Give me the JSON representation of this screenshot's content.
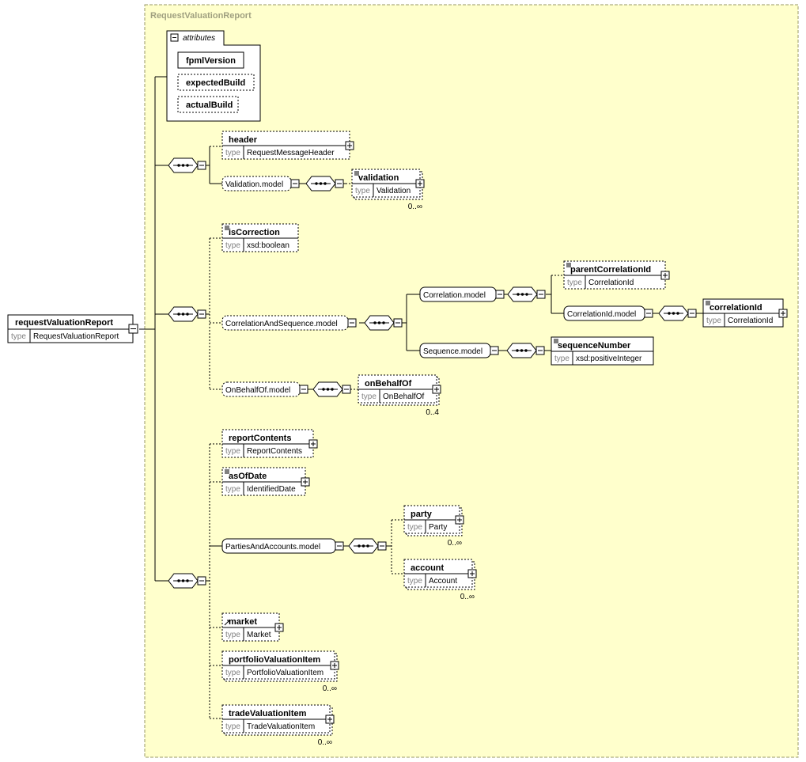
{
  "region_title": "RequestValuationReport",
  "attributes": {
    "header": "attributes",
    "items": [
      "fpmlVersion",
      "expectedBuild",
      "actualBuild"
    ]
  },
  "type_label": "type",
  "root": {
    "name": "requestValuationReport",
    "type": "RequestValuationReport"
  },
  "elements": {
    "header": {
      "name": "header",
      "type": "RequestMessageHeader"
    },
    "validation": {
      "name": "validation",
      "type": "Validation",
      "card": "0..∞"
    },
    "isCorrection": {
      "name": "isCorrection",
      "type": "xsd:boolean"
    },
    "parentCorrelationId": {
      "name": "parentCorrelationId",
      "type": "CorrelationId"
    },
    "correlationId": {
      "name": "correlationId",
      "type": "CorrelationId"
    },
    "sequenceNumber": {
      "name": "sequenceNumber",
      "type": "xsd:positiveInteger"
    },
    "onBehalfOf": {
      "name": "onBehalfOf",
      "type": "OnBehalfOf",
      "card": "0..4"
    },
    "reportContents": {
      "name": "reportContents",
      "type": "ReportContents"
    },
    "asOfDate": {
      "name": "asOfDate",
      "type": "IdentifiedDate"
    },
    "party": {
      "name": "party",
      "type": "Party",
      "card": "0..∞"
    },
    "account": {
      "name": "account",
      "type": "Account",
      "card": "0..∞"
    },
    "market": {
      "name": "market",
      "type": "Market"
    },
    "portfolioValuationItem": {
      "name": "portfolioValuationItem",
      "type": "PortfolioValuationItem",
      "card": "0..∞"
    },
    "tradeValuationItem": {
      "name": "tradeValuationItem",
      "type": "TradeValuationItem",
      "card": "0..∞"
    }
  },
  "groups": {
    "validationModel": "Validation.model",
    "correlationAndSequenceModel": "CorrelationAndSequence.model",
    "correlationModel": "Correlation.model",
    "correlationIdModel": "CorrelationId.model",
    "sequenceModel": "Sequence.model",
    "onBehalfOfModel": "OnBehalfOf.model",
    "partiesAndAccountsModel": "PartiesAndAccounts.model"
  }
}
